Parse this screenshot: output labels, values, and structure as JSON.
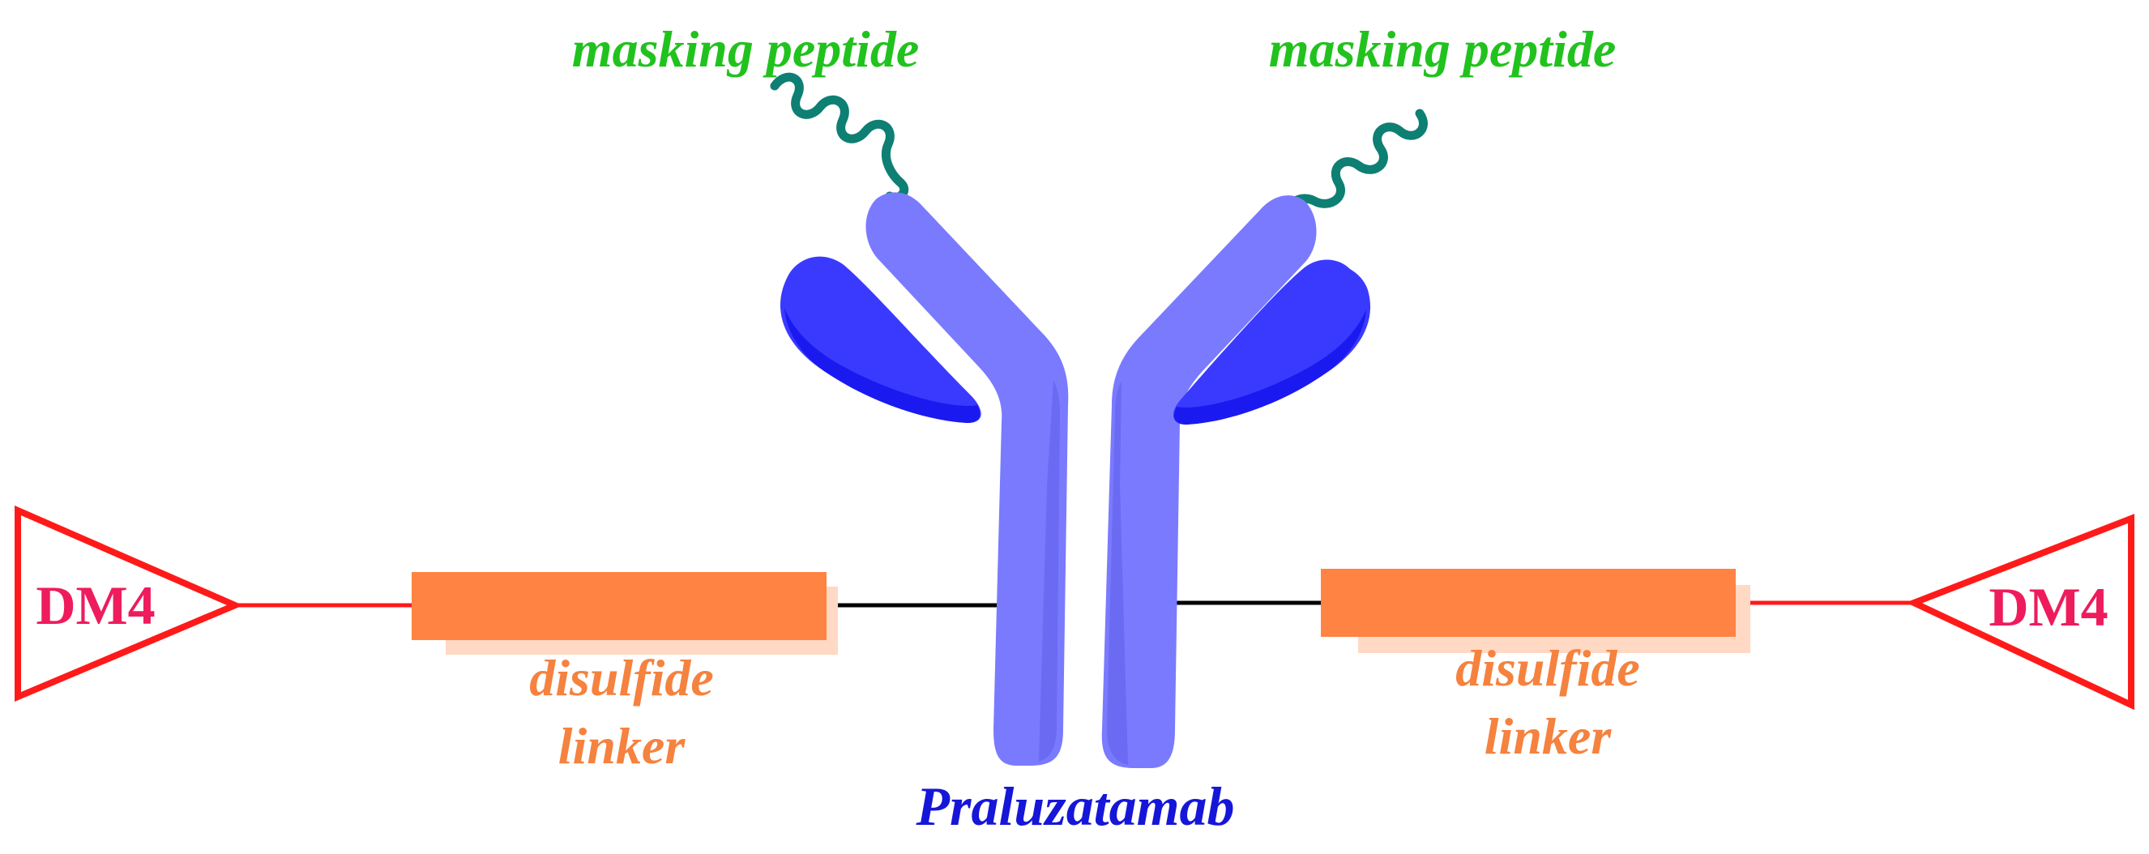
{
  "labels": {
    "masking_left": "masking peptide",
    "masking_right": "masking peptide",
    "payload_left": "DM4",
    "payload_right": "DM4",
    "linker_left_line1": "disulfide",
    "linker_left_line2": "linker",
    "linker_right_line1": "disulfide",
    "linker_right_line2": "linker",
    "antibody": "Praluzatamab"
  },
  "colors": {
    "masking_text": "#22c21e",
    "peptide_wave": "#0e7f73",
    "antibody_heavy": "#7a7aff",
    "antibody_heavy_shade": "#6a6af2",
    "antibody_light": "#3a3aff",
    "antibody_light_shade": "#1a1af0",
    "antibody_text": "#1616d9",
    "linker_box": "#ff8342",
    "linker_shadow": "#ffd9c4",
    "linker_text": "#f5823e",
    "payload_stroke": "#ff1a1a",
    "payload_text": "#ee1c5c",
    "connector_dark": "#000000",
    "connector_red": "#ff1a1a"
  },
  "icons": {
    "antibody": "antibody-y-shape-icon",
    "masking_peptide": "wavy-peptide-icon",
    "payload": "triangle-payload-icon",
    "linker": "linker-bar-icon"
  }
}
